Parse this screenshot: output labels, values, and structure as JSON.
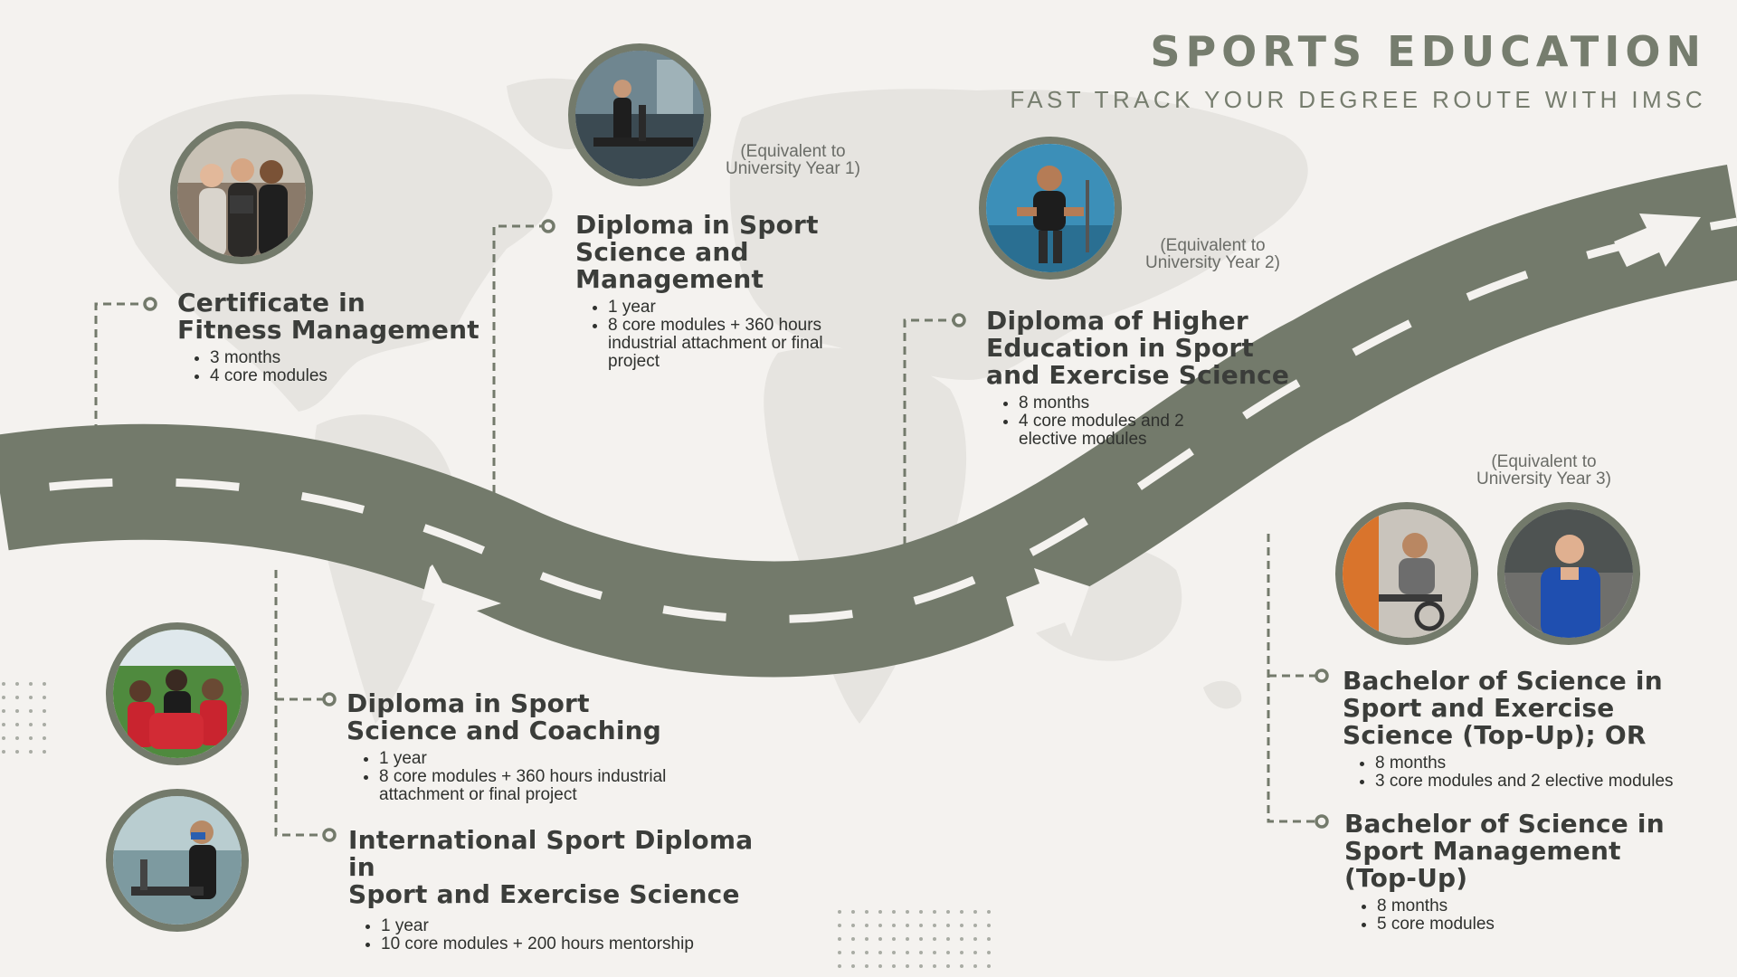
{
  "header": {
    "title": "SPORTS EDUCATION",
    "subtitle": "FAST TRACK YOUR DEGREE ROUTE WITH IMSC"
  },
  "colors": {
    "road": "#737a6b",
    "accent_text": "#767d6e",
    "background": "#f4f2ef",
    "map": "#e4e2de"
  },
  "programmes": {
    "certificate": {
      "title_lines": [
        "Certificate in",
        "Fitness Management"
      ],
      "bullets": [
        "3 months",
        "4 core modules"
      ]
    },
    "diploma_management": {
      "equivalent_lines": [
        "(Equivalent to",
        "University Year 1)"
      ],
      "title_lines": [
        "Diploma in Sport",
        "Science and",
        "Management"
      ],
      "bullets": [
        "1 year",
        "8 core modules + 360 hours industrial attachment or final project"
      ]
    },
    "diploma_higher": {
      "equivalent_lines": [
        "(Equivalent to",
        "University Year 2)"
      ],
      "title_lines": [
        "Diploma of Higher",
        "Education in Sport",
        "and Exercise Science"
      ],
      "bullets": [
        "8 months",
        "4 core modules and 2 elective modules"
      ]
    },
    "diploma_coaching": {
      "title_lines": [
        "Diploma in Sport",
        "Science and Coaching"
      ],
      "bullets": [
        "1 year",
        "8 core modules + 360 hours industrial attachment or final project"
      ]
    },
    "international": {
      "title_lines": [
        "International Sport Diploma in",
        "Sport and Exercise Science"
      ],
      "bullets": [
        "1 year",
        "10 core modules + 200 hours mentorship"
      ]
    },
    "bachelor_exercise": {
      "equivalent_lines": [
        "(Equivalent to",
        "University Year 3)"
      ],
      "title_lines": [
        "Bachelor of Science in",
        "Sport and Exercise",
        "Science (Top-Up); OR"
      ],
      "bullets": [
        "8 months",
        "3 core modules and 2 elective modules"
      ]
    },
    "bachelor_management": {
      "title_lines": [
        "Bachelor of Science in",
        "Sport Management",
        "(Top-Up)"
      ],
      "bullets": [
        "8 months",
        "5 core modules"
      ]
    }
  },
  "photos": [
    {
      "name": "group-fitness-photo-icon"
    },
    {
      "name": "treadmill-gym-photo-icon"
    },
    {
      "name": "athlete-training-photo-icon"
    },
    {
      "name": "team-huddle-photo-icon"
    },
    {
      "name": "fitness-test-photo-icon"
    },
    {
      "name": "bike-training-photo-icon"
    },
    {
      "name": "coach-portrait-photo-icon"
    }
  ]
}
